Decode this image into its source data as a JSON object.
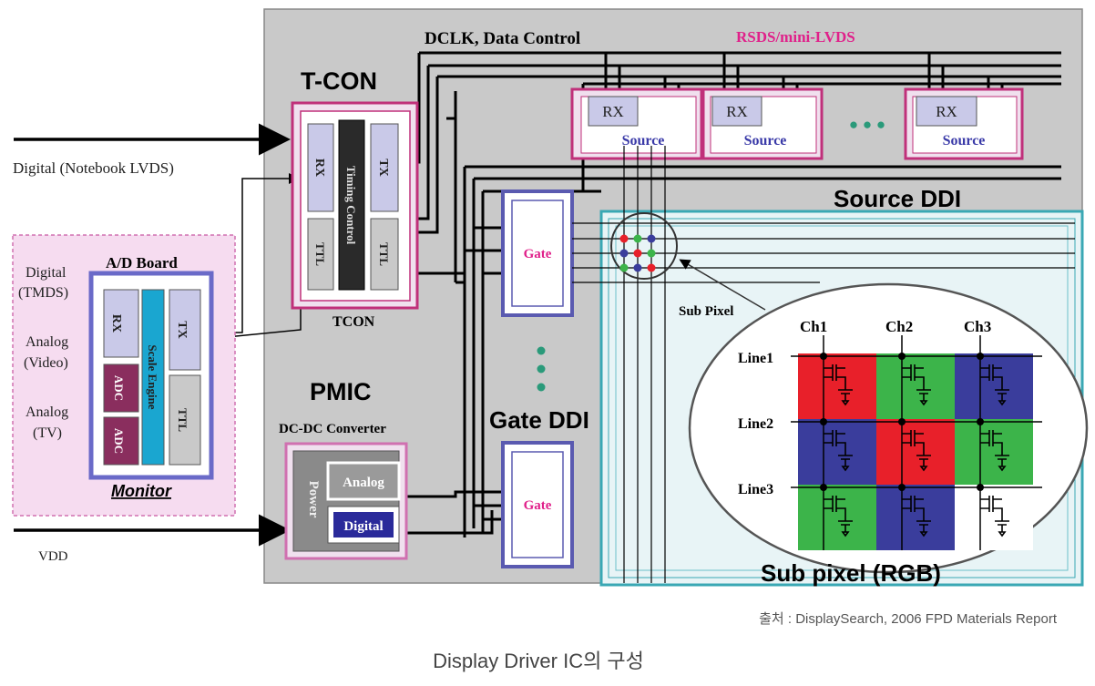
{
  "diagram": {
    "caption": "Display Driver IC의 구성",
    "source_credit": "출처 : DisplaySearch, 2006 FPD Materials Report",
    "labels": {
      "tcon_title": "T-CON",
      "tcon_sub": "TCON",
      "pmic_title": "PMIC",
      "dcdc": "DC-DC Converter",
      "source_ddi": "Source DDI",
      "gate_ddi": "Gate DDI",
      "subpixel_rgb": "Sub pixel (RGB)",
      "dclk": "DCLK, Data Control",
      "rsds": "RSDS/mini-LVDS",
      "sub_pixel": "Sub Pixel",
      "ad_board": "A/D Board",
      "monitor": "Monitor",
      "scale_engine": "Scale Engine",
      "timing_control": "Timing Control",
      "power": "Power",
      "analog_block": "Analog",
      "digital_block": "Digital",
      "rx": "RX",
      "tx": "TX",
      "ttl": "TTL",
      "adc": "ADC",
      "source": "Source",
      "gate": "Gate",
      "dots_h": "● ● ●"
    },
    "inputs": {
      "digital_notebook": "Digital (Notebook LVDS)",
      "digital_tmds_1": "Digital",
      "digital_tmds_2": "(TMDS)",
      "analog_video_1": "Analog",
      "analog_video_2": "(Video)",
      "analog_tv_1": "Analog",
      "analog_tv_2": "(TV)",
      "vdd": "VDD"
    },
    "pixel_matrix": {
      "channels": [
        "Ch1",
        "Ch2",
        "Ch3"
      ],
      "lines": [
        "Line1",
        "Line2",
        "Line3"
      ],
      "cells": [
        [
          "#e8202a",
          "#3cb44a",
          "#3a3d9c"
        ],
        [
          "#3a3d9c",
          "#e8202a",
          "#3cb44a"
        ],
        [
          "#3cb44a",
          "#3a3d9c",
          "#ffffff"
        ]
      ]
    },
    "colors": {
      "board_bg": "#c9c9c9",
      "magenta": "#c0307a",
      "blue_box": "#6a6ac8",
      "teal": "#3aa8b4",
      "red_text": "#e0208a"
    }
  }
}
